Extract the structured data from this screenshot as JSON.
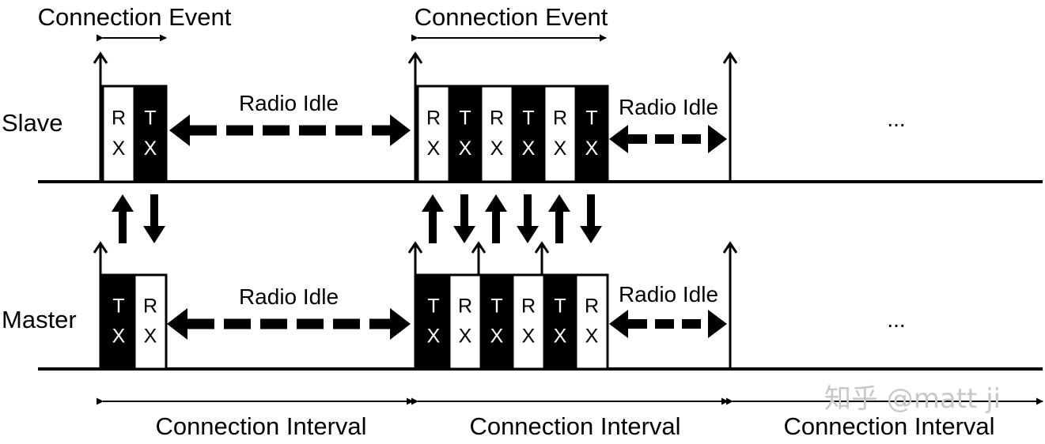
{
  "rows": {
    "slave_label": "Slave",
    "master_label": "Master"
  },
  "labels": {
    "connection_event": "Connection Event",
    "radio_idle": "Radio Idle",
    "connection_interval": "Connection Interval",
    "ellipsis": "...",
    "rx_top": "R",
    "rx_bottom": "X",
    "tx_top": "T",
    "tx_bottom": "X"
  },
  "slave_event_1": [
    "RX",
    "TX"
  ],
  "slave_event_2": [
    "RX",
    "TX",
    "RX",
    "TX",
    "RX",
    "TX"
  ],
  "master_event_1": [
    "TX",
    "RX"
  ],
  "master_event_2": [
    "TX",
    "RX",
    "TX",
    "RX",
    "TX",
    "RX"
  ],
  "watermark": "知乎 @matt ji",
  "colors": {
    "black": "#000000",
    "white": "#ffffff",
    "watermark": "#c8c8c8"
  }
}
